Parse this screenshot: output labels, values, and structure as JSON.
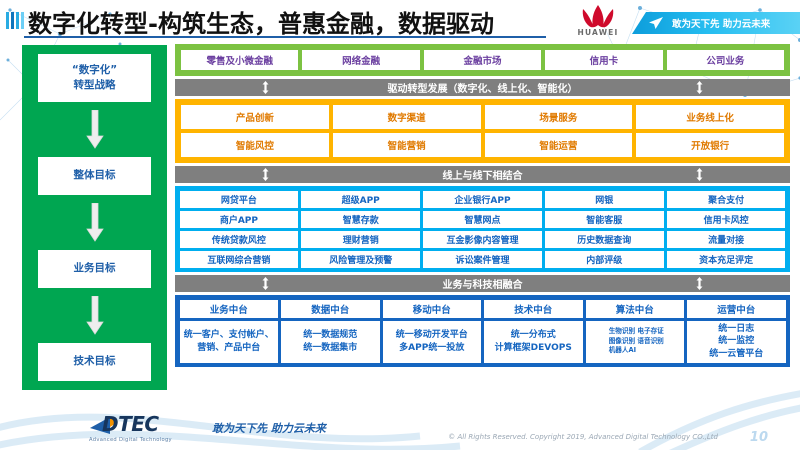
{
  "header": {
    "title": "数字化转型-构筑生态，普惠金融，数据驱动",
    "brand": "HUAWEI",
    "slogan": "敢为天下先 助力云未来"
  },
  "strategy_column": {
    "items": [
      {
        "label": "“数字化”\n转型战略"
      },
      {
        "label": "整体目标"
      },
      {
        "label": "业务目标"
      },
      {
        "label": "技术目标"
      }
    ]
  },
  "green_band": {
    "cells": [
      "零售及小微金融",
      "网络金融",
      "金融市场",
      "信用卡",
      "公司业务"
    ]
  },
  "connector_1": {
    "label": "驱动转型发展（数字化、线上化、智能化）"
  },
  "orange_band": {
    "rows": [
      [
        "产品创新",
        "数字渠道",
        "场景服务",
        "业务线上化"
      ],
      [
        "智能风控",
        "智能营销",
        "智能运营",
        "开放银行"
      ]
    ]
  },
  "connector_2": {
    "label": "线上与线下相结合"
  },
  "cyan_band": {
    "rows": [
      [
        "网贷平台",
        "超级APP",
        "企业银行APP",
        "网银",
        "聚合支付"
      ],
      [
        "商户APP",
        "智慧存款",
        "智慧网点",
        "智能客服",
        "信用卡风控"
      ],
      [
        "传统贷款风控",
        "理财营销",
        "互金影像内容管理",
        "历史数据查询",
        "流量对接"
      ],
      [
        "互联网综合营销",
        "风险管理及预警",
        "诉讼案件管理",
        "内部评级",
        "资本充足评定"
      ]
    ]
  },
  "connector_3": {
    "label": "业务与科技相融合"
  },
  "blue_band": {
    "columns": [
      {
        "head": "业务中台",
        "body": "统一客户、支付帐户、营销、产品中台",
        "tiny": false
      },
      {
        "head": "数据中台",
        "body": "统一数据规范\n统一数据集市",
        "tiny": false
      },
      {
        "head": "移动中台",
        "body": "统一移动开发平台\n多APP统一投放",
        "tiny": false
      },
      {
        "head": "技术中台",
        "body": "统一分布式\n计算框架DEVOPS",
        "tiny": false
      },
      {
        "head": "算法中台",
        "body": "生物识别 电子存证\n图像识别 语音识别\n机器人AI",
        "tiny": true
      },
      {
        "head": "运营中台",
        "body": "统一日志\n统一监控\n统一云管平台",
        "tiny": false
      }
    ]
  },
  "footer": {
    "logo_word": "DTEC",
    "logo_sub": "Advanced Digital Technology",
    "slogan": "敢为天下先   助力云未来",
    "copyright": "© All Rights Reserved. Copyright 2019, Advanced Digital Technology CO.,Ltd",
    "page_number": "10"
  },
  "colors": {
    "sidebar_green": "#00a651",
    "band_green": "#7cc242",
    "band_orange": "#ffb400",
    "band_cyan": "#00aeef",
    "band_blue": "#1565c0",
    "connector_gray": "#7f7f7f",
    "huawei_red": "#cf0a2c",
    "title_blue": "#1f5fa8"
  }
}
